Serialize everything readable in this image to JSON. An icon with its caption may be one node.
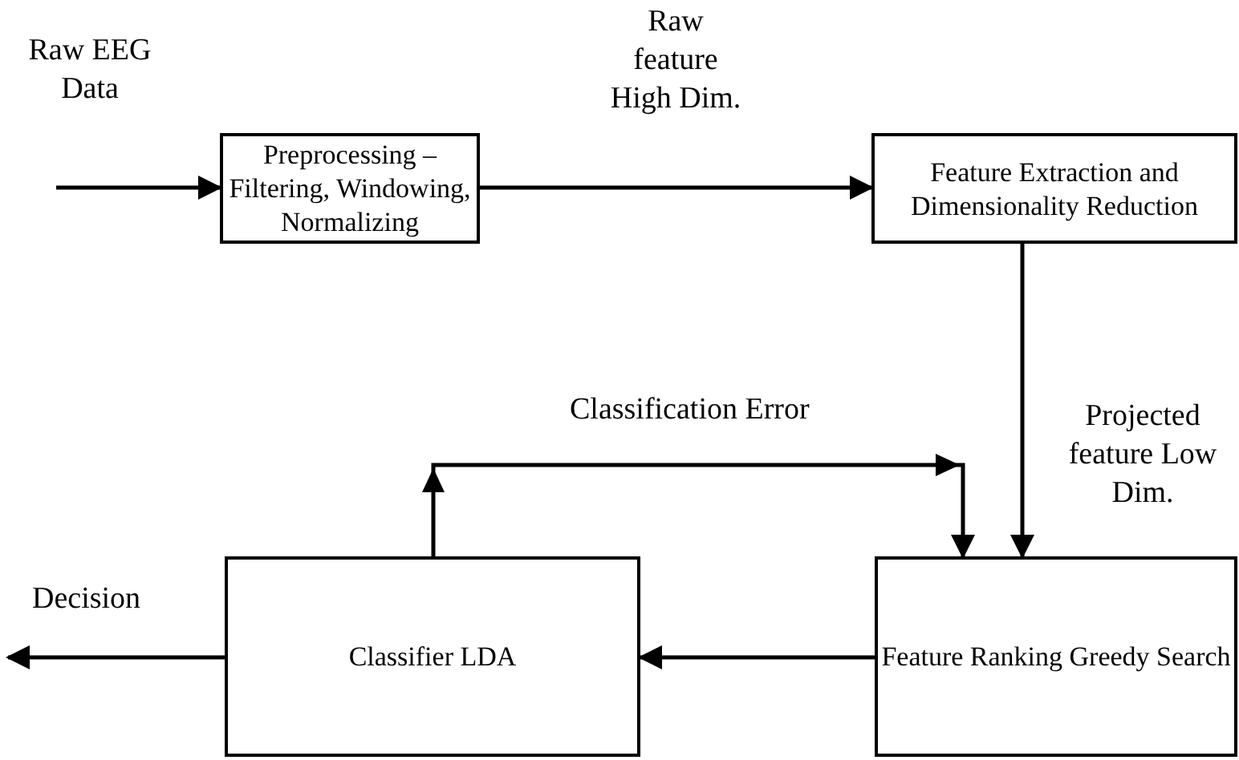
{
  "diagram": {
    "nodes": [
      {
        "text": [
          "Preprocessing – Filtering, Windowing, Normalizing"
        ]
      },
      {
        "text": [
          "Feature Extraction and Dimensionality Reduction"
        ]
      },
      {
        "text": [
          "Feature Ranking Greedy Search"
        ]
      },
      {
        "text": [
          "Classifier LDA"
        ]
      }
    ],
    "edges": [
      {
        "from": null,
        "to": 0,
        "arrow": "to",
        "label": "Raw EEG Data"
      },
      {
        "from": 0,
        "to": 1,
        "arrow": "to",
        "label": "Raw feature High Dim."
      },
      {
        "from": 1,
        "to": 2,
        "arrow": "to",
        "label": "Projected feature Low Dim."
      },
      {
        "from": 2,
        "to": 3,
        "arrow": "to"
      },
      {
        "from": 3,
        "to": 2,
        "arrow": "to",
        "label": "Classification Error"
      },
      {
        "from": 3,
        "to": null,
        "arrow": "to",
        "label": "Decision"
      }
    ]
  }
}
